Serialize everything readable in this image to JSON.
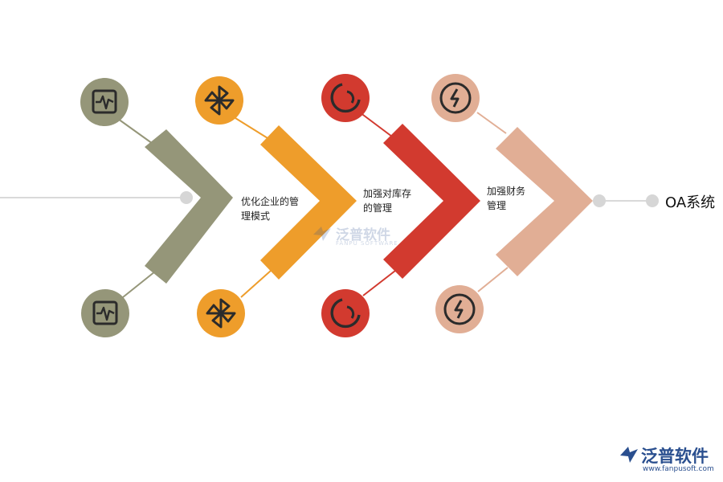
{
  "steps": [
    {
      "color": "#959679",
      "icon": "pulse-monitor-icon",
      "lines": [
        "优化企业的管",
        "理模式"
      ]
    },
    {
      "color": "#ee9d2b",
      "icon": "pinwheel-icon",
      "lines": [
        "加强对库存",
        "的管理"
      ]
    },
    {
      "color": "#d23a2f",
      "icon": "cycle-arrow-icon",
      "lines": [
        "加强财务",
        "管理"
      ]
    },
    {
      "color": "#e1ae95",
      "icon": "lightning-bolt-icon",
      "lines": []
    }
  ],
  "goal": "OA系统",
  "watermark": {
    "name": "泛普软件",
    "sub": "FANPU SOFTWARE"
  },
  "brand": {
    "name": "泛普软件",
    "url": "www.fanpusoft.com"
  },
  "colors": {
    "axis": "#d9d9d9",
    "dot": "#d6d6d6"
  }
}
